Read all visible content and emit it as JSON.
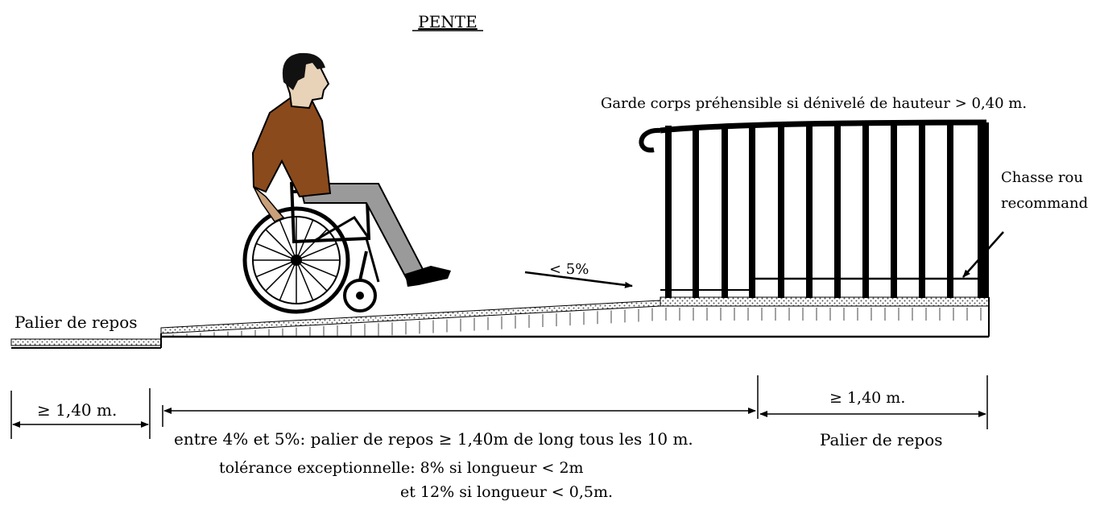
{
  "title": "PENTE",
  "railing_label": "Garde corps préhensible si dénivelé de hauteur > 0,40 m.",
  "kick_label_line1": "Chasse rou",
  "kick_label_line2": "recommand",
  "slope_label": "< 5%",
  "left_landing_label": "Palier de repos",
  "left_dimension": "≥ 1,40 m.",
  "right_dimension": "≥ 1,40 m.",
  "right_landing_label": "Palier de repos",
  "note_line1": "entre 4% et 5%: palier de repos ≥ 1,40m de long tous les 10 m.",
  "note_line2": "tolérance exceptionnelle: 8% si longueur < 2m",
  "note_line3": "et   12% si longueur < 0,5m.",
  "colors": {
    "ink": "#000000",
    "jacket": "#8a4a1c",
    "trousers": "#9a9a9a",
    "ground_hatch": "#7a7a7a"
  }
}
